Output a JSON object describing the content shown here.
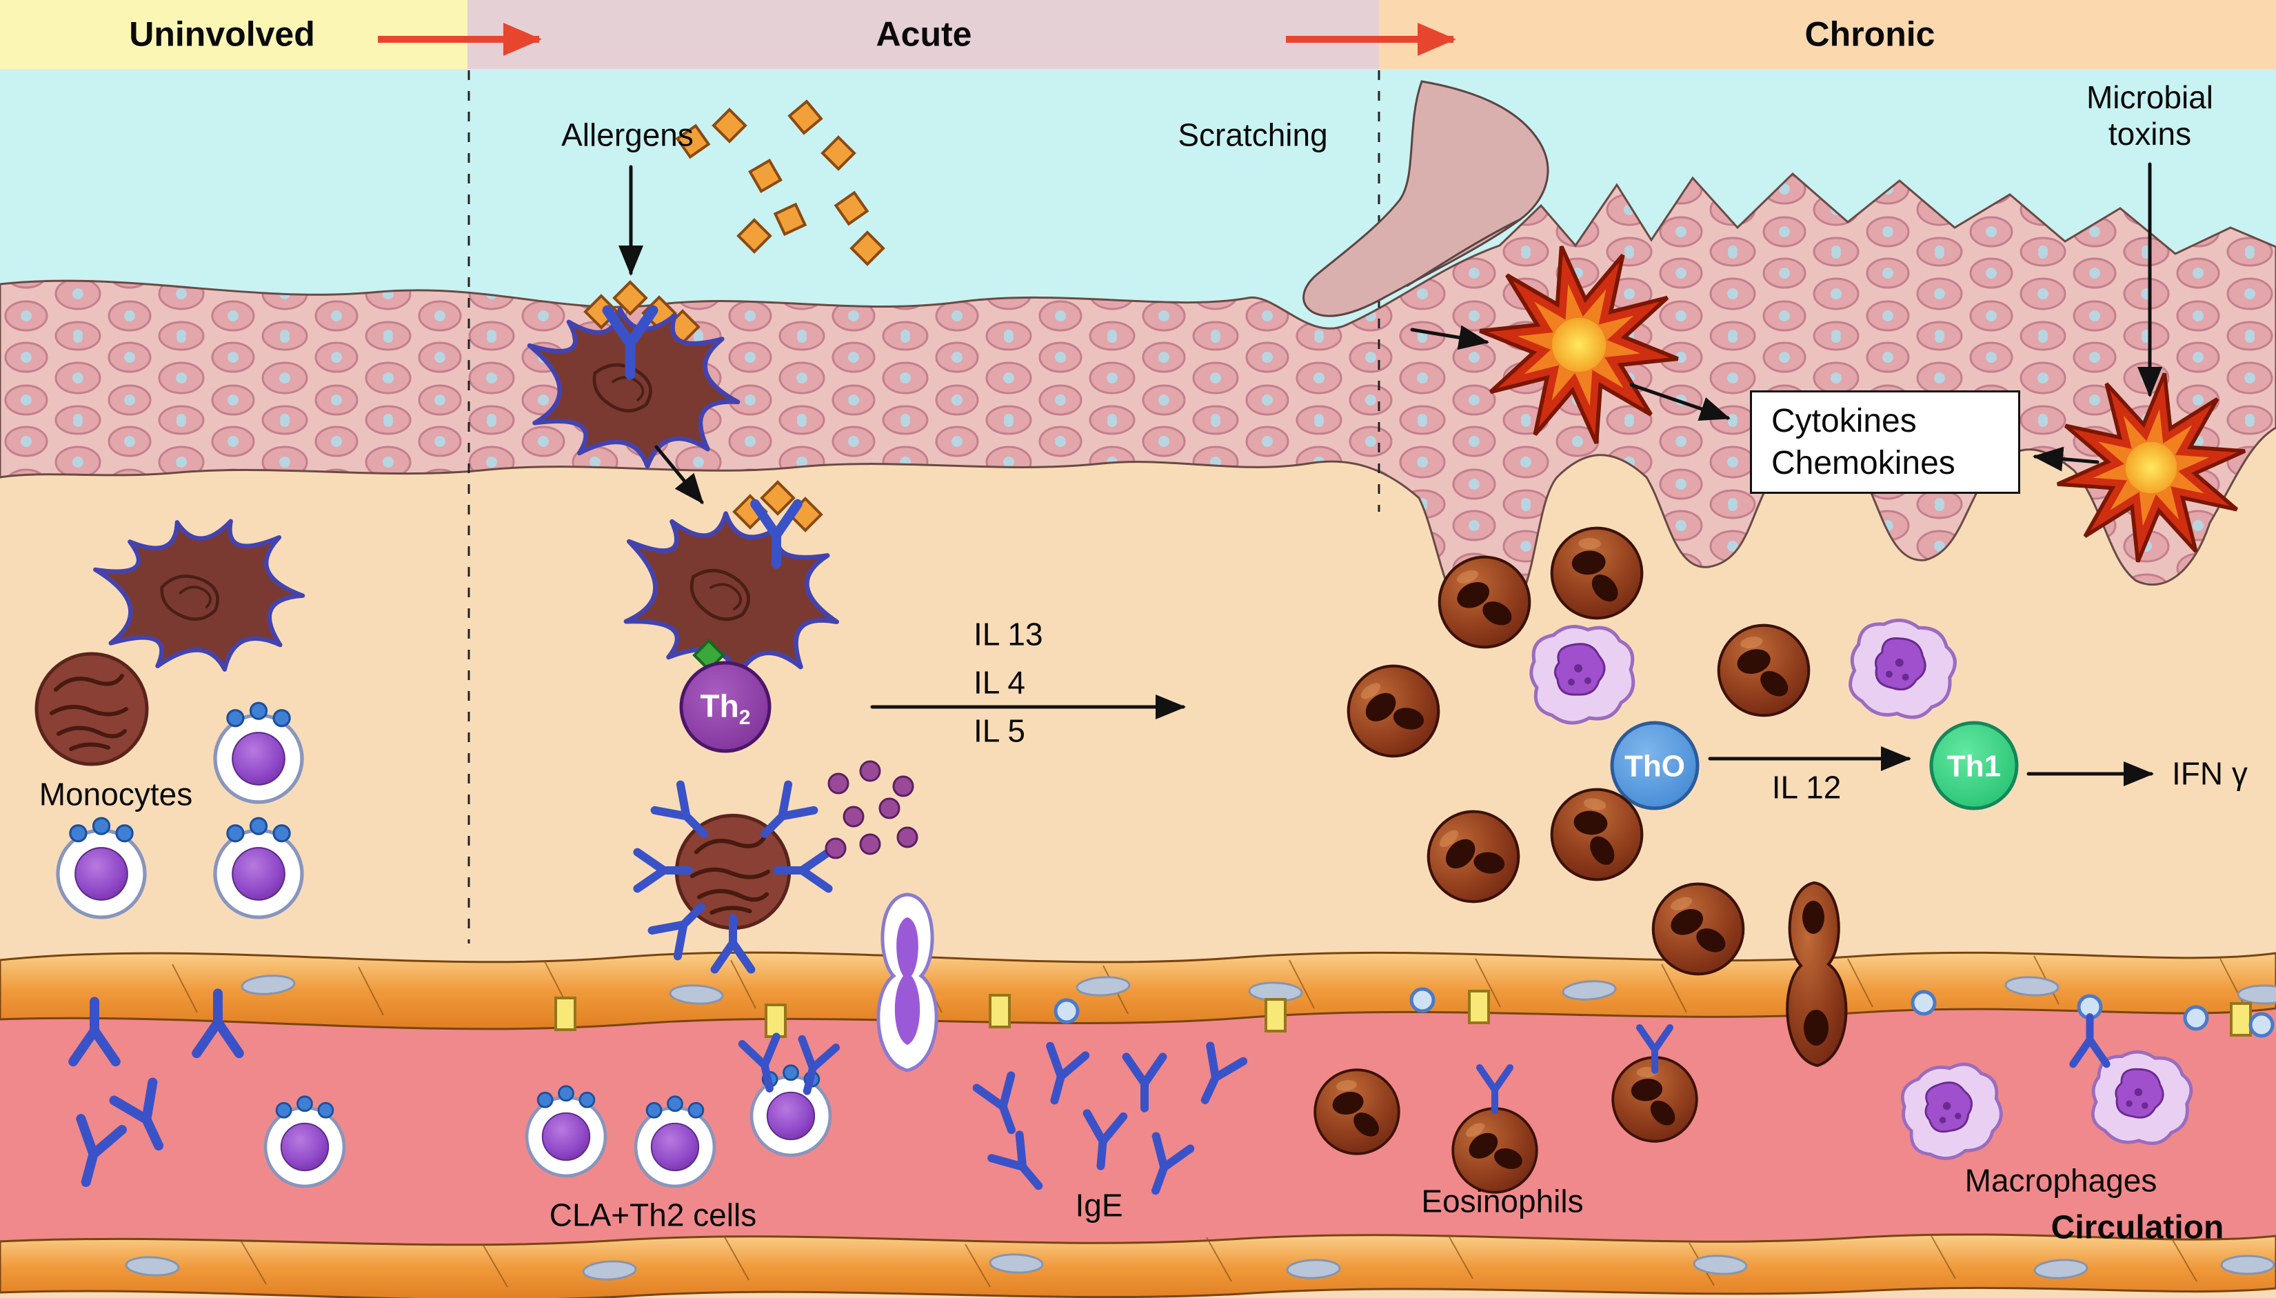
{
  "phases": [
    {
      "label": "Uninvolved",
      "color": "#fbf6b4"
    },
    {
      "label": "Acute",
      "color": "#e5d0d6"
    },
    {
      "label": "Chronic",
      "color": "#fbd8ae"
    }
  ],
  "annotations": {
    "allergens": "Allergens",
    "scratching": "Scratching",
    "microbial_toxins": "Microbial toxins",
    "cytokines": "Cytokines",
    "chemokines": "Chemokines",
    "monocytes": "Monocytes",
    "cla_th2_cells": "CLA+Th2 cells",
    "ige": "IgE",
    "eosinophils": "Eosinophils",
    "macrophages": "Macrophages",
    "circulation": "Circulation",
    "ifn_gamma": "IFN γ"
  },
  "cytokine_signals": {
    "il13": "IL 13",
    "il4": "IL 4",
    "il5": "IL 5",
    "il12": "IL 12"
  },
  "cells": {
    "th2_base": "Th",
    "th2_sub": "2",
    "th0": "ThO",
    "th1": "Th1"
  },
  "icons": {
    "allergen-icon": "orange-diamond",
    "antibody-y-icon": "blue-Y-shape",
    "starburst-icon": "orange-red-star",
    "selectin-icon": "yellow-rectangle",
    "platelet-icon": "small-blue-circle",
    "phase-arrow-icon": "red-right-arrow",
    "dendritic-cell-icon": "spiky-brown-cell",
    "eosinophil-icon": "brown-bilobed-cell",
    "lymphocyte-icon": "white-cell-purple-nucleus",
    "macrophage-icon": "lilac-speckled-cell",
    "monocyte-icon": "wrinkled-brown-cell"
  },
  "colors": {
    "sky": "#c9f2f2",
    "dermis": "#f8dcb8",
    "epidermis_base": "#ecc2bf",
    "vessel_lumen": "#f0898b",
    "vessel_wall": "#ef9a3c",
    "uninvolved_band": "#fbf6b4",
    "acute_band": "#e5d0d6",
    "chronic_band": "#fbd8ae",
    "phase_arrow": "#e8452f",
    "th2_cell": "#8a3c9c",
    "th0_cell": "#4f9ae0",
    "th1_cell": "#35d483",
    "allergen": "#f2a03a",
    "antibody": "#3a52c8",
    "starburst_outer": "#cf2e10",
    "starburst_core": "#ffd84a"
  }
}
